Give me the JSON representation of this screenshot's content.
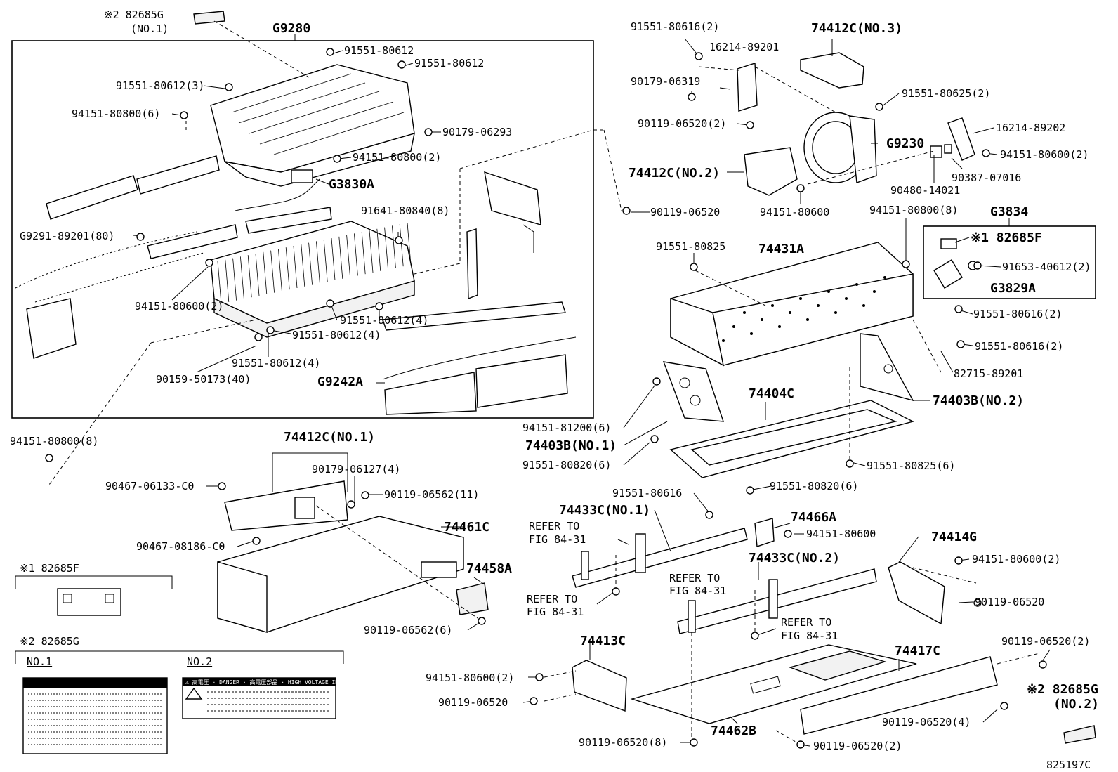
{
  "diagram": {
    "figure_id": "825197C",
    "groups": {
      "g9280": "G9280",
      "g3834": "G3834"
    },
    "labels": {
      "l82685g_no1_a": "※2 82685G",
      "l82685g_no1_b": "(NO.1)",
      "l91551_80612_a": "91551-80612",
      "l91551_80612_b": "91551-80612",
      "l91551_80612_3": "91551-80612(3)",
      "l94151_80800_6": "94151-80800(6)",
      "l90179_06293": "90179-06293",
      "l94151_80800_2": "94151-80800(2)",
      "lg3830a": "G3830A",
      "l91641_80840_8": "91641-80840(8)",
      "lg9291_89201_80": "G9291-89201(80)",
      "l94151_80600_2a": "94151-80600(2)",
      "l91551_80612_4a": "91551-80612(4)",
      "l91551_80612_4b": "91551-80612(4)",
      "l91551_80612_4c": "91551-80612(4)",
      "l90159_50173_40": "90159-50173(40)",
      "lg9242a": "G9242A",
      "l94151_80800_8a": "94151-80800(8)",
      "l74412c_no1": "74412C(NO.1)",
      "l90179_06127_4": "90179-06127(4)",
      "l90467_06133": "90467-06133-C0",
      "l90119_06562_11": "90119-06562(11)",
      "l90467_08186": "90467-08186-C0",
      "l74461c": "74461C",
      "l74458a": "74458A",
      "l90119_06562_6": "90119-06562(6)",
      "l91551_80616_2a": "91551-80616(2)",
      "l74412c_no3": "74412C(NO.3)",
      "l16214_89201": "16214-89201",
      "l90179_06319": "90179-06319",
      "l91551_80625_2": "91551-80625(2)",
      "l90119_06520_2a": "90119-06520(2)",
      "lg9230": "G9230",
      "l16214_89202": "16214-89202",
      "l94151_80600_2b": "94151-80600(2)",
      "l74412c_no2": "74412C(NO.2)",
      "l90387_07016": "90387-07016",
      "l90480_14021": "90480-14021",
      "l90119_06520_a": "90119-06520",
      "l94151_80600_a": "94151-80600",
      "l94151_80800_8b": "94151-80800(8)",
      "l91551_80825": "91551-80825",
      "l74431a": "74431A",
      "l82685f": "※1 82685F",
      "l91653_40612_2": "91653-40612(2)",
      "lg3829a": "G3829A",
      "l91551_80616_2b": "91551-80616(2)",
      "l91551_80616_2c": "91551-80616(2)",
      "l82715_89201": "82715-89201",
      "l74404c": "74404C",
      "l74403b_no2": "74403B(NO.2)",
      "l94151_81200_6": "94151-81200(6)",
      "l74403b_no1": "74403B(NO.1)",
      "l91551_80820_6a": "91551-80820(6)",
      "l91551_80825_6": "91551-80825(6)",
      "l91551_80820_6b": "91551-80820(6)",
      "l91551_80616": "91551-80616",
      "l74433c_no1": "74433C(NO.1)",
      "l74466a": "74466A",
      "l94151_80600_b": "94151-80600",
      "l74433c_no2": "74433C(NO.2)",
      "l74414g": "74414G",
      "l94151_80600_2c": "94151-80600(2)",
      "l90119_06520_b": "90119-06520",
      "l74413c": "74413C",
      "l74417c": "74417C",
      "l90119_06520_2b": "90119-06520(2)",
      "l94151_80600_2d": "94151-80600(2)",
      "l90119_06520_c": "90119-06520",
      "l82685g_no2_a": "※2 82685G",
      "l82685g_no2_b": "(NO.2)",
      "l90119_06520_4": "90119-06520(4)",
      "l74462b": "74462B",
      "l90119_06520_8": "90119-06520(8)",
      "l90119_06520_2c": "90119-06520(2)"
    },
    "refer": {
      "r1a": "REFER TO",
      "r1b": "FIG 84-31",
      "r2a": "REFER TO",
      "r2b": "FIG 84-31",
      "r3a": "REFER TO",
      "r3b": "FIG 84-31",
      "r4a": "REFER TO",
      "r4b": "FIG 84-31"
    },
    "legend": {
      "f_title": "※1 82685F",
      "g_title": "※2 82685G",
      "no1": "NO.1",
      "no2": "NO.2",
      "no2_header": "⚠ 高電圧 · DANGER · 高電圧部品 · HIGH VOLTAGE INSIDE"
    }
  }
}
